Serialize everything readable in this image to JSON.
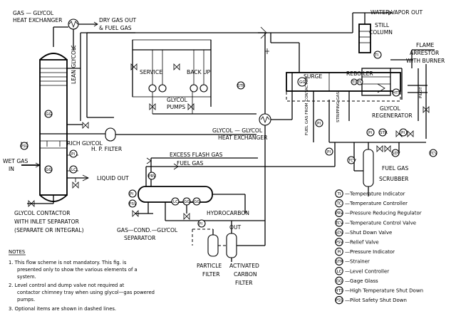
{
  "labels": {
    "gas_glycol_hx_1": "GAS — GLYCOL",
    "gas_glycol_hx_2": "HEAT EXCHANGER",
    "dry_gas_out_1": "DRY GAS OUT",
    "dry_gas_out_2": "& FUEL GAS",
    "water_vapor_out": "WATER VAPOR OUT",
    "still_column_1": "STILL",
    "still_column_2": "COLUMN",
    "flame_arrestor_1": "FLAME",
    "flame_arrestor_2": "ARRESTOR",
    "flame_arrestor_3": "WITH BURNER",
    "service": "SERVICE",
    "back_up": "BACK UP",
    "glycol_pumps_1": "GLYCOL",
    "glycol_pumps_2": "PUMPS",
    "lean_glycol": "LEAN GLYCOL",
    "rich_glycol": "RICH GLYCOL",
    "hp_filter": "H. P. FILTER",
    "glycol_glycol_hx_1": "GLYCOL — GLYCOL",
    "glycol_glycol_hx_2": "HEAT EXCHANGER",
    "surge": "SURGE",
    "reboiler": "REBOILER",
    "fuel_gas_from_contactor": "FUEL GAS FROM CONTACTOR",
    "stripping_gas": "STRIPPING GAS",
    "pilot": "PILOT",
    "glycol_regenerator_1": "GLYCOL",
    "glycol_regenerator_2": "REGENERATOR",
    "wet_gas_in_1": "WET GAS",
    "wet_gas_in_2": "IN",
    "excess_flash_gas": "EXCESS FLASH GAS",
    "fuel_gas": "FUEL GAS",
    "liquid_out": "LIQUID OUT",
    "fuel_gas_scrubber_1": "FUEL GAS",
    "fuel_gas_scrubber_2": "SCRUBBER",
    "contactor_1": "GLYCOL CONTACTOR",
    "contactor_2": "WITH INLET SEPARATOR",
    "contactor_3": "(SEPARATE OR INTEGRAL)",
    "hydrocarbon": "HYDROCARBON",
    "out": "OUT",
    "gcg_separator_1": "GAS—COND.—GLYCOL",
    "gcg_separator_2": "SEPARATOR",
    "particle_filter_1": "PARTICLE",
    "particle_filter_2": "FILTER",
    "activated_carbon_1": "ACTIVATED",
    "activated_carbon_2": "CARBON",
    "activated_carbon_3": "FILTER"
  },
  "tags": {
    "ti": "TI",
    "tc": "TC",
    "prv": "PRV",
    "tcv": "TCV",
    "sdv": "SDV",
    "psv": "PSV",
    "pi": "PI",
    "str": "STR",
    "lc": "LC",
    "gg": "GG",
    "hts": "HTS",
    "pss": "PSS"
  },
  "notes": {
    "title": "NOTES",
    "n1_a": "1.  This flow scheme is not mandatory.  This fig. is",
    "n1_b": "presented only to show the various elements of a",
    "n1_c": "system.",
    "n2_a": "2.  Level control and dump valve not required at",
    "n2_b": "contactor chimney tray when using glycol—gas powered",
    "n2_c": "pumps.",
    "n3": "3.  Optional items are shown in dashed lines."
  },
  "legend": [
    {
      "tag": "TI",
      "text": "—Temperature Indicator"
    },
    {
      "tag": "TC",
      "text": "—Temperature Controller"
    },
    {
      "tag": "PRV",
      "text": "—Pressure Reducing Regulator"
    },
    {
      "tag": "TCV",
      "text": "—Temperature Control Valve"
    },
    {
      "tag": "SDV",
      "text": "—Shut Down Valve"
    },
    {
      "tag": "PSV",
      "text": "—Relief Valve"
    },
    {
      "tag": "PI",
      "text": "—Pressure Indicator"
    },
    {
      "tag": "STR",
      "text": "—Strainer"
    },
    {
      "tag": "LC",
      "text": "—Level Controller"
    },
    {
      "tag": "GG",
      "text": "—Gage Glass"
    },
    {
      "tag": "HTS",
      "text": "—High Temperature Shut Down"
    },
    {
      "tag": "PSS",
      "text": "—Pilot Safety Shut Down"
    }
  ]
}
